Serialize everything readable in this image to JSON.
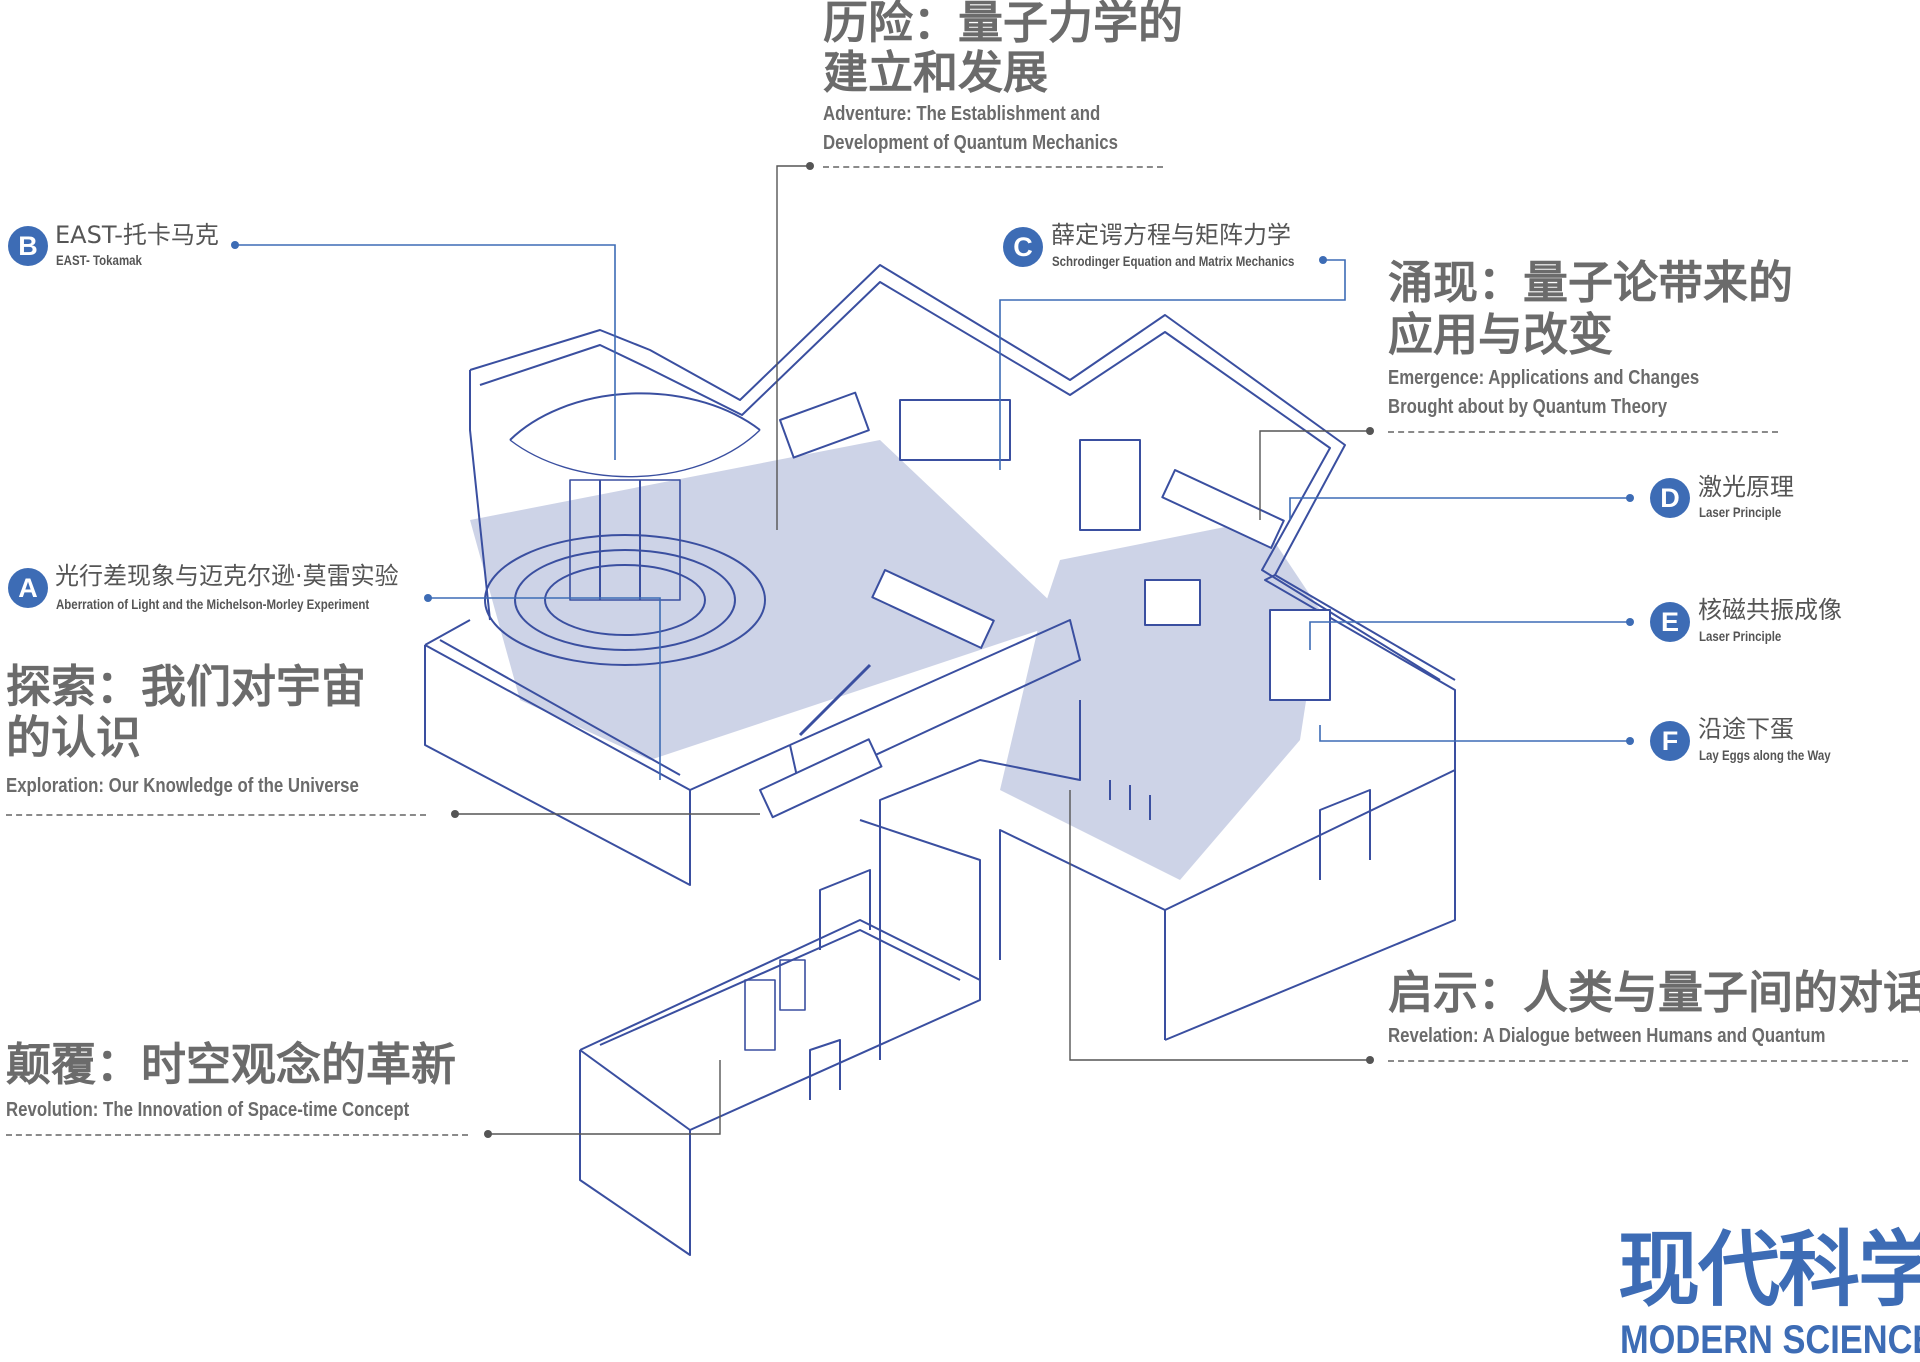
{
  "zones": {
    "adventure": {
      "zh_line1": "历险：量子力学的",
      "zh_line2": "建立和发展",
      "en_line1": "Adventure: The Establishment and",
      "en_line2": "Development of Quantum Mechanics"
    },
    "emergence": {
      "zh_line1": "涌现：量子论带来的",
      "zh_line2": "应用与改变",
      "en_line1": "Emergence: Applications and Changes",
      "en_line2": "Brought about by Quantum Theory"
    },
    "exploration": {
      "zh_line1": "探索：我们对宇宙",
      "zh_line2": "的认识",
      "en_line1": "Exploration: Our Knowledge of the Universe"
    },
    "revolution": {
      "zh_line1": "颠覆：时空观念的革新",
      "en_line1": "Revolution: The Innovation of Space-time Concept"
    },
    "revelation": {
      "zh_line1": "启示：人类与量子间的对话",
      "en_line1": "Revelation: A Dialogue between Humans and Quantum"
    }
  },
  "exhibits": {
    "A": {
      "badge": "A",
      "zh": "光行差现象与迈克尔逊·莫雷实验",
      "en": "Aberration of Light and the Michelson-Morley Experiment"
    },
    "B": {
      "badge": "B",
      "zh": "EAST-托卡马克",
      "en": "EAST- Tokamak"
    },
    "C": {
      "badge": "C",
      "zh": "薛定谔方程与矩阵力学",
      "en": "Schrodinger Equation and Matrix Mechanics"
    },
    "D": {
      "badge": "D",
      "zh": "激光原理",
      "en": "Laser Principle"
    },
    "E": {
      "badge": "E",
      "zh": "核磁共振成像",
      "en": "Laser Principle"
    },
    "F": {
      "badge": "F",
      "zh": "沿途下蛋",
      "en": "Lay Eggs along the Way"
    }
  },
  "logo": {
    "zh": "现代科学",
    "en": "MODERN SCIENCE"
  },
  "colors": {
    "accent": "#3d6cb5",
    "line": "#3a4fa0",
    "floor": "#cdd3e7",
    "text": "#6b6b6b"
  }
}
